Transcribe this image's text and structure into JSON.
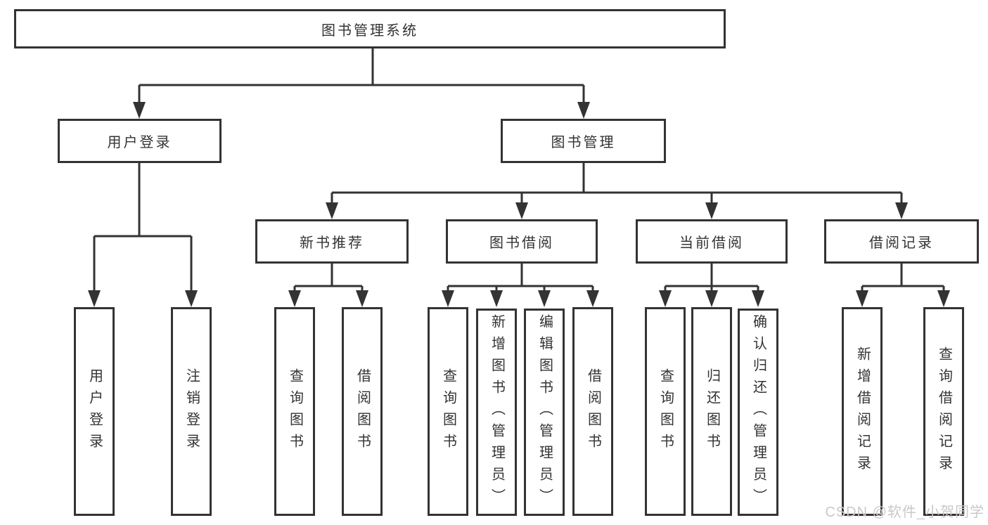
{
  "diagram": {
    "root": {
      "label": "图书管理系统"
    },
    "branches": [
      {
        "label": "用户登录",
        "children": [
          {
            "label": "用户登录"
          },
          {
            "label": "注销登录"
          }
        ]
      },
      {
        "label": "图书管理",
        "children": [
          {
            "label": "新书推荐",
            "children": [
              {
                "label": "查询图书"
              },
              {
                "label": "借阅图书"
              }
            ]
          },
          {
            "label": "图书借阅",
            "children": [
              {
                "label": "查询图书"
              },
              {
                "label": "新增图书（管理员）"
              },
              {
                "label": "编辑图书（管理员）"
              },
              {
                "label": "借阅图书"
              }
            ]
          },
          {
            "label": "当前借阅",
            "children": [
              {
                "label": "查询图书"
              },
              {
                "label": "归还图书"
              },
              {
                "label": "确认归还（管理员）"
              }
            ]
          },
          {
            "label": "借阅记录",
            "children": [
              {
                "label": "新增借阅记录"
              },
              {
                "label": "查询借阅记录"
              }
            ]
          }
        ]
      }
    ]
  },
  "watermark": {
    "text": "CSDN @软件_小贺同学"
  },
  "colors": {
    "line": "#333333",
    "box_border": "#333333",
    "box_fill": "#ffffff",
    "text": "#333333",
    "watermark_text": "#c9c9c9"
  }
}
